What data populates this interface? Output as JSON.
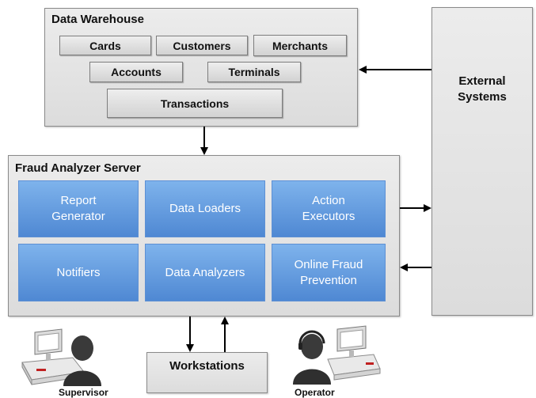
{
  "data_warehouse": {
    "title": "Data Warehouse",
    "entities": [
      "Cards",
      "Customers",
      "Merchants",
      "Accounts",
      "Terminals",
      "Transactions"
    ]
  },
  "fraud_server": {
    "title": "Fraud Analyzer Server",
    "modules": [
      "Report\nGenerator",
      "Data Loaders",
      "Action\nExecutors",
      "Notifiers",
      "Data Analyzers",
      "Online Fraud\nPrevention"
    ]
  },
  "external": {
    "title": "External\nSystems"
  },
  "workstations": {
    "label": "Workstations"
  },
  "people": {
    "supervisor": "Supervisor",
    "operator": "Operator"
  },
  "colors": {
    "module_blue": "#5b93d9",
    "panel_gray": "#e0e0e0",
    "arrow": "#000000"
  }
}
